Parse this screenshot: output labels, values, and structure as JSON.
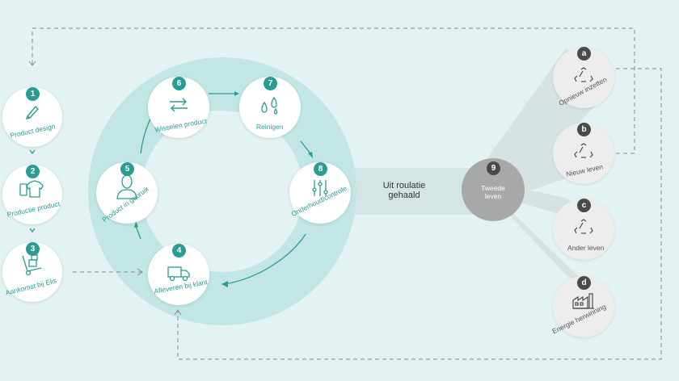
{
  "steps": [
    {
      "num": "1",
      "label": "Product design"
    },
    {
      "num": "2",
      "label": "Productie product"
    },
    {
      "num": "3",
      "label": "Aankomst bij Elis"
    },
    {
      "num": "4",
      "label": "Afleveren bij klant"
    },
    {
      "num": "5",
      "label": "Product in gebruik"
    },
    {
      "num": "6",
      "label": "Wisselen product"
    },
    {
      "num": "7",
      "label": "Reinigen"
    },
    {
      "num": "8",
      "label": "Onderhoud/controle"
    }
  ],
  "exit_label": {
    "line1": "Uit roulatie",
    "line2": "gehaald"
  },
  "second_life": {
    "num": "9",
    "line1": "Tweede",
    "line2": "leven"
  },
  "outcomes": [
    {
      "letter": "a",
      "label": "Opnieuw inzetten"
    },
    {
      "letter": "b",
      "label": "Nieuw leven"
    },
    {
      "letter": "c",
      "label": "Ander leven"
    },
    {
      "letter": "d",
      "label": "Energie herwinning"
    }
  ],
  "colors": {
    "accent": "#2a9d93",
    "background": "#e3f2f2",
    "ring": "#c2e6e4",
    "grey": "#4a4a4a"
  }
}
